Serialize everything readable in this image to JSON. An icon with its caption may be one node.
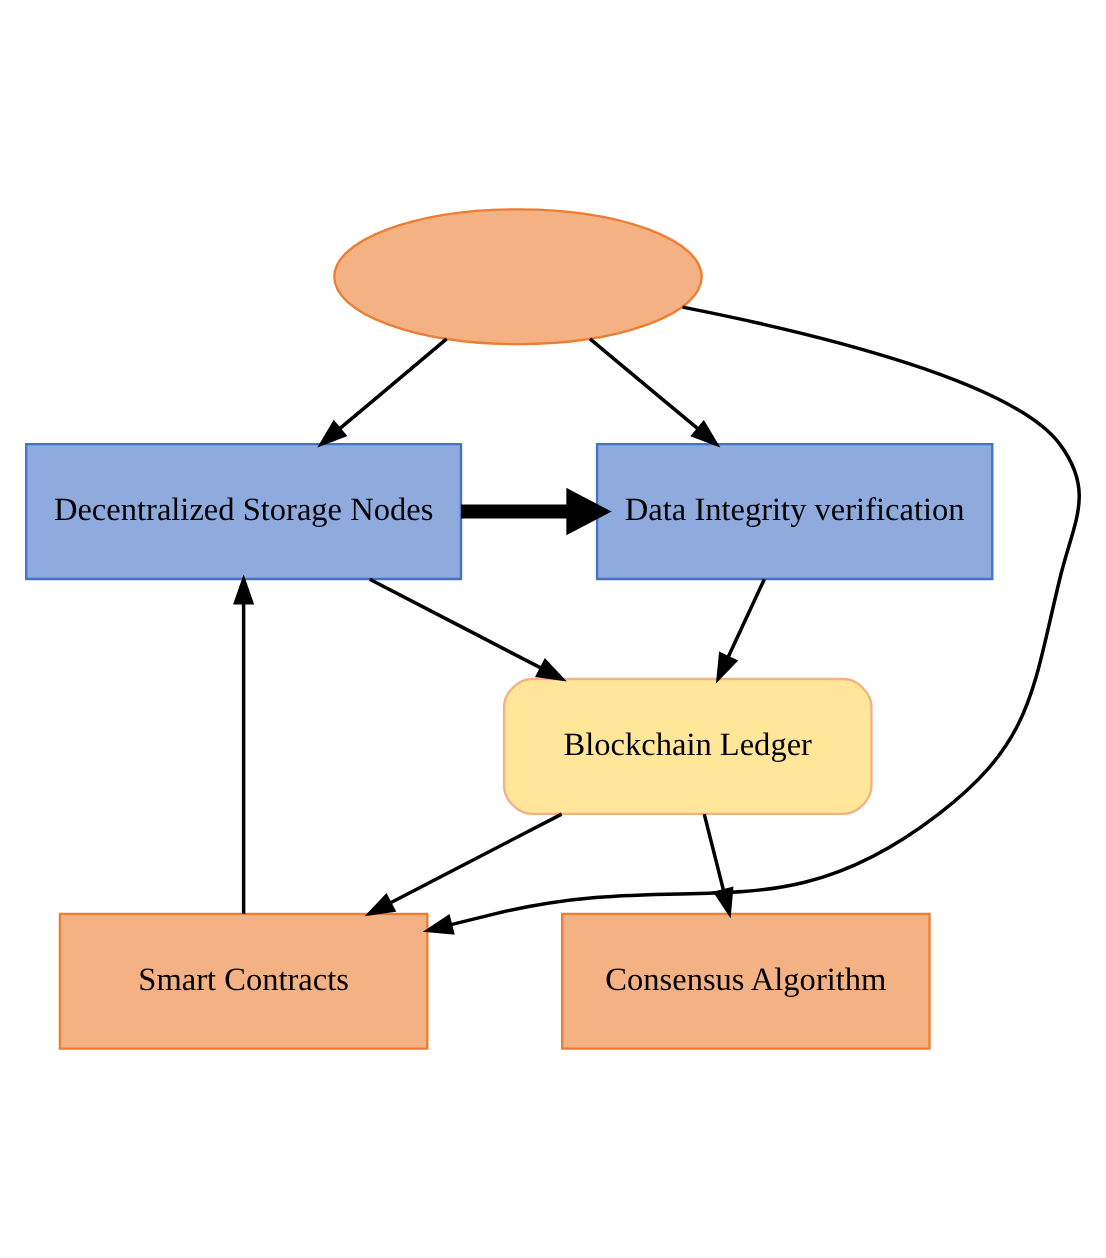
{
  "diagram": {
    "nodes": [
      {
        "text": [],
        "shape": "ellipse"
      },
      {
        "text": [
          "Decentralized Storage Nodes"
        ]
      },
      {
        "text": [
          "Data Integrity verification"
        ]
      },
      {
        "text": [
          "Blockchain Ledger"
        ]
      },
      {
        "text": [
          "Smart Contracts"
        ]
      },
      {
        "text": [
          "Consensus Algorithm"
        ]
      }
    ],
    "edges": [
      {
        "from": 0,
        "to": 1,
        "arrow": "to"
      },
      {
        "from": 0,
        "to": 2,
        "arrow": "to"
      },
      {
        "from": 1,
        "to": 2,
        "arrow": "to",
        "style": "thick"
      },
      {
        "from": 2,
        "to": 3,
        "arrow": "to"
      },
      {
        "from": 1,
        "to": 3,
        "arrow": "to"
      },
      {
        "from": 3,
        "to": 4,
        "arrow": "to"
      },
      {
        "from": 3,
        "to": 5,
        "arrow": "to"
      },
      {
        "from": 4,
        "to": 1,
        "arrow": "to"
      },
      {
        "from": 0,
        "to": 4,
        "arrow": "to"
      }
    ]
  }
}
